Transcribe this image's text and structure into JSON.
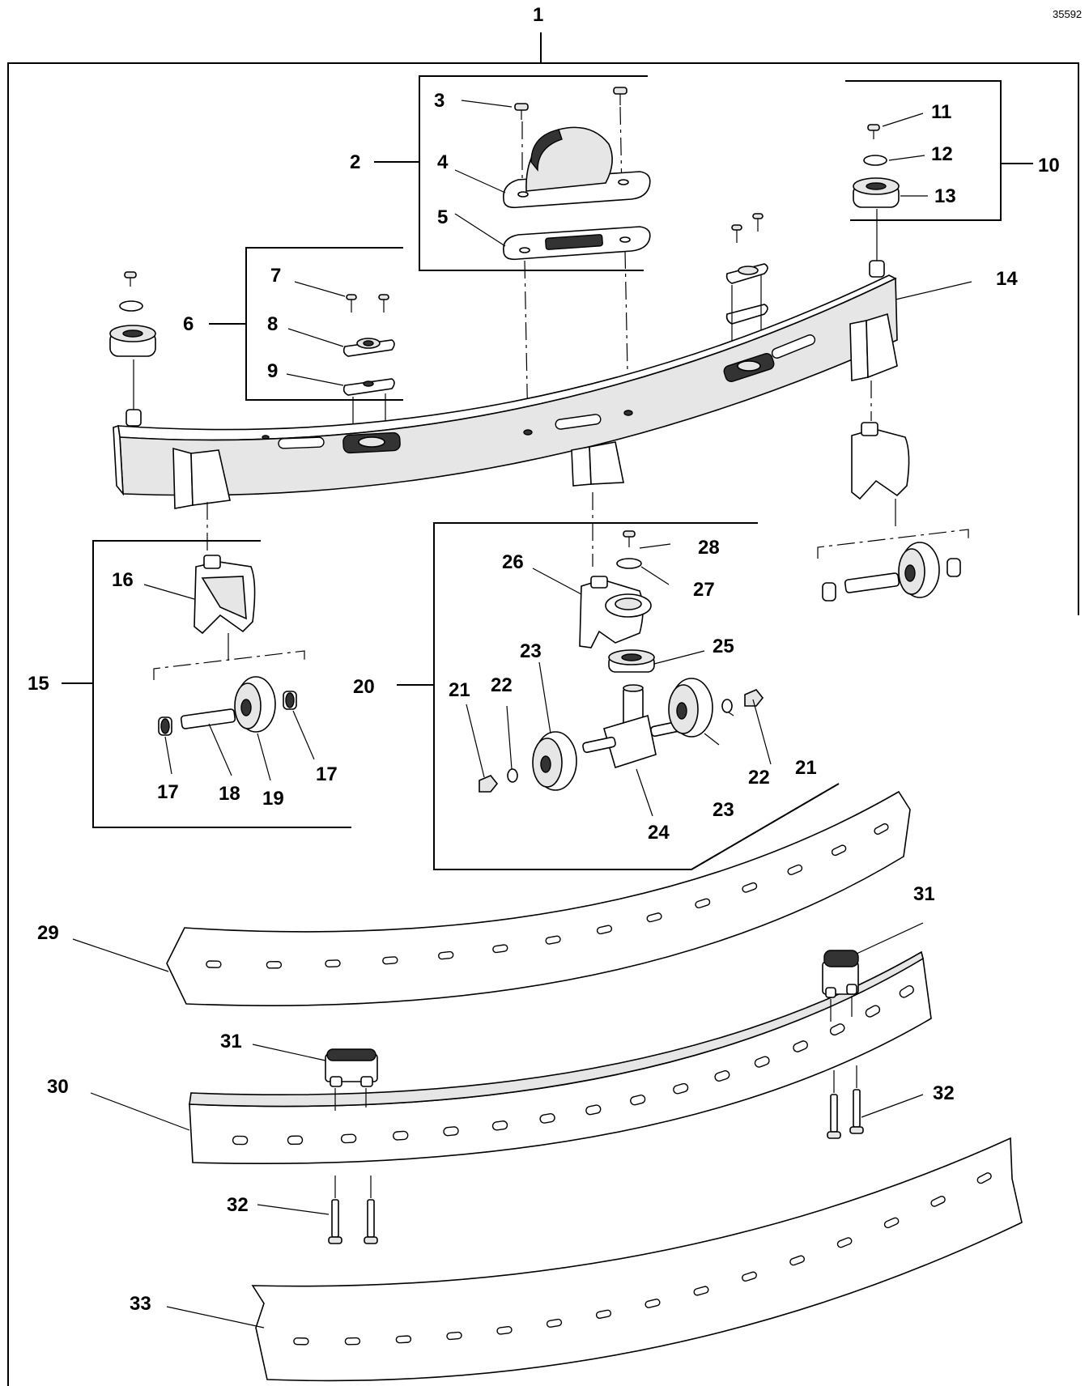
{
  "document": {
    "id": "35592"
  },
  "callouts": {
    "c1": "1",
    "c2": "2",
    "c3": "3",
    "c4": "4",
    "c5": "5",
    "c6": "6",
    "c7": "7",
    "c8": "8",
    "c9": "9",
    "c10": "10",
    "c11": "11",
    "c12": "12",
    "c13": "13",
    "c14": "14",
    "c15": "15",
    "c16": "16",
    "c17a": "17",
    "c17b": "17",
    "c18": "18",
    "c19": "19",
    "c20": "20",
    "c21a": "21",
    "c21b": "21",
    "c22a": "22",
    "c22b": "22",
    "c23a": "23",
    "c23b": "23",
    "c24": "24",
    "c25": "25",
    "c26": "26",
    "c27": "27",
    "c28": "28",
    "c29": "29",
    "c30": "30",
    "c31a": "31",
    "c31b": "31",
    "c32a": "32",
    "c32b": "32",
    "c33": "33"
  }
}
